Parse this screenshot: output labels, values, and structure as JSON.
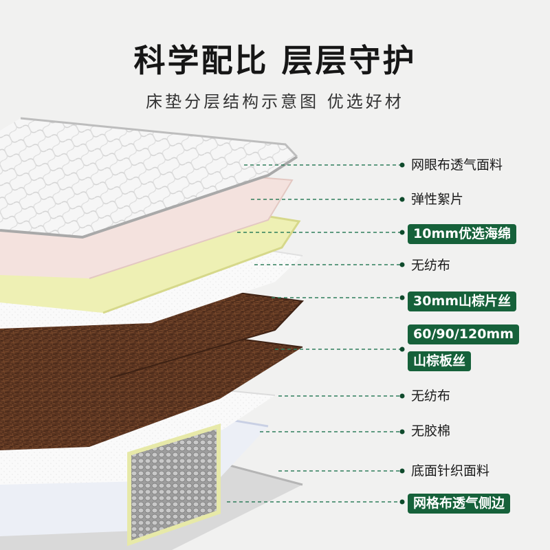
{
  "title": "科学配比 层层守护",
  "subtitle": "床垫分层结构示意图 优选好材",
  "colors": {
    "accent": "#16613a",
    "leader": "#2e7d5a",
    "background": "#f1f1f0"
  },
  "layers": [
    {
      "label": "网眼布透气面料",
      "highlight": false
    },
    {
      "label": "弹性絮片",
      "highlight": false
    },
    {
      "label": "10mm优选海绵",
      "highlight": true
    },
    {
      "label": "无纺布",
      "highlight": false
    },
    {
      "label": "30mm山棕片丝",
      "highlight": true
    },
    {
      "label": "60/90/120mm",
      "highlight": true
    },
    {
      "label": "山棕板丝",
      "highlight": true
    },
    {
      "label": "无纺布",
      "highlight": false
    },
    {
      "label": "无胶棉",
      "highlight": false
    },
    {
      "label": "底面针织面料",
      "highlight": false
    },
    {
      "label": "网格布透气侧边",
      "highlight": true
    }
  ]
}
